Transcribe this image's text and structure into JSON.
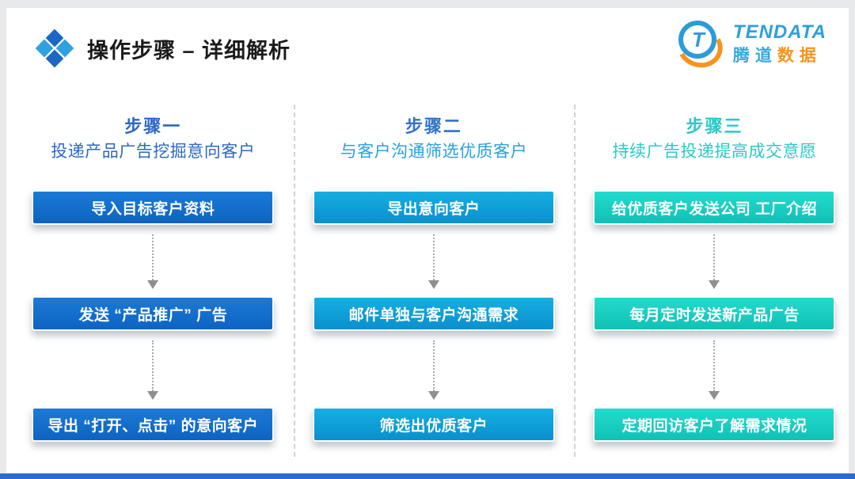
{
  "header": {
    "title": "操作步骤 – 详细解析"
  },
  "logo": {
    "letter": "T",
    "brand_en": "TENDATA",
    "brand_cn_1": "腾道",
    "brand_cn_2": "数据"
  },
  "columns": [
    {
      "step": "步骤一",
      "subtitle": "投递产品广告挖掘意向客户",
      "theme_color": "#1272cd",
      "boxes": [
        "导入目标客户资料",
        "发送 “产品推广” 广告",
        "导出 “打开、点击” 的意向客户"
      ]
    },
    {
      "step": "步骤二",
      "subtitle": "与客户沟通筛选优质客户",
      "theme_color": "#0fa3d9",
      "boxes": [
        "导出意向客户",
        "邮件单独与客户沟通需求",
        "筛选出优质客户"
      ]
    },
    {
      "step": "步骤三",
      "subtitle": "持续广告投递提高成交意愿",
      "theme_color": "#17d1c3",
      "boxes": [
        "给优质客户发送公司 工厂介绍",
        "每月定时发送新产品广告",
        "定期回访客户了解需求情况"
      ]
    }
  ],
  "colors": {
    "accent_dark_blue": "#1c66c6",
    "accent_light_blue": "#2fa0e0",
    "logo_blue": "#2e9fda",
    "logo_orange": "#f7941e",
    "bottom_bar": "#2a6ad3",
    "arrow_gray": "#8f8f91"
  }
}
